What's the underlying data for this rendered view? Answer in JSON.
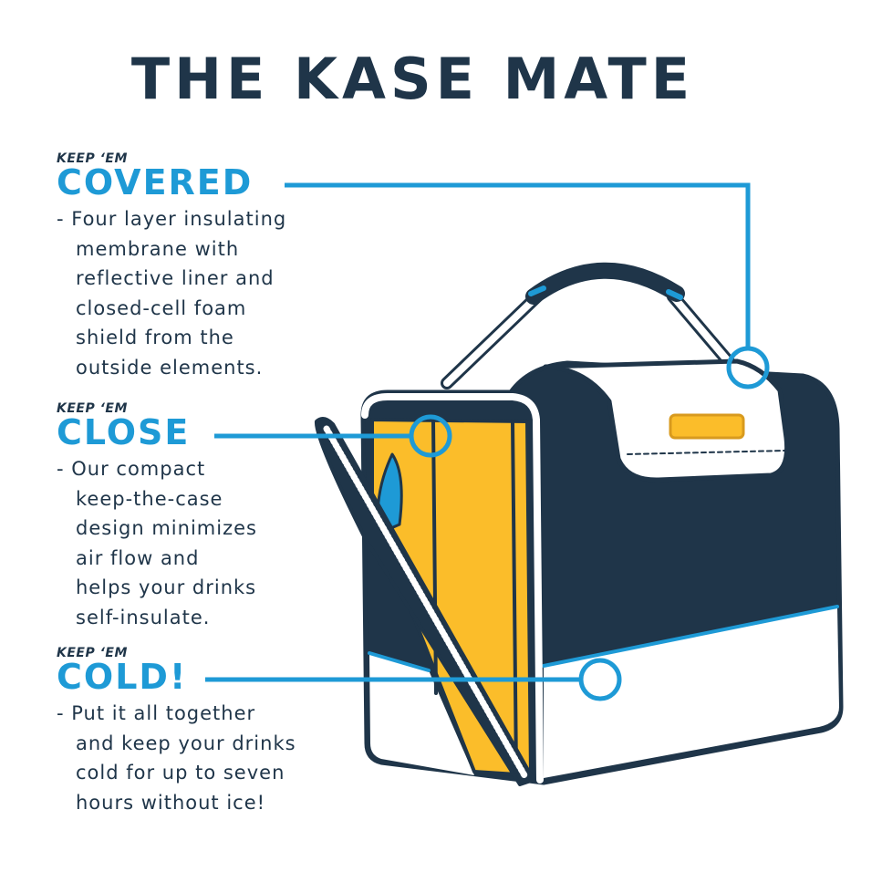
{
  "title": "THE KASE MATE",
  "colors": {
    "navy": "#1f3549",
    "blue": "#1e9ad6",
    "yellow": "#fbbd2a",
    "white": "#ffffff"
  },
  "sections": [
    {
      "kicker": "KEEP ‘EM",
      "heading": "COVERED",
      "lines": [
        "- Four layer insulating",
        "membrane with",
        "reflective liner and",
        "closed-cell foam",
        "shield from the",
        "outside elements."
      ]
    },
    {
      "kicker": "KEEP ‘EM",
      "heading": "CLOSE",
      "lines": [
        "- Our compact",
        "keep-the-case",
        "design minimizes",
        "air flow and",
        "helps your drinks",
        "self-insulate."
      ]
    },
    {
      "kicker": "KEEP ‘EM",
      "heading": "COLD!",
      "lines": [
        "- Put it all together",
        "and keep your drinks",
        "cold for up to seven",
        "hours without ice!"
      ]
    }
  ]
}
